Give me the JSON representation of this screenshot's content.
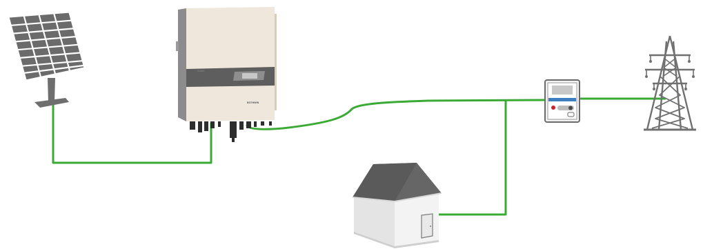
{
  "diagram": {
    "components": [
      {
        "id": "solar-panel",
        "icon": "solar-panel-icon"
      },
      {
        "id": "inverter",
        "icon": "inverter-icon",
        "brand_text": "SolaX",
        "logo_text": "BOTHWIN"
      },
      {
        "id": "energy-meter",
        "icon": "energy-meter-icon"
      },
      {
        "id": "power-grid",
        "icon": "transmission-tower-icon"
      },
      {
        "id": "house",
        "icon": "house-icon"
      }
    ],
    "connections": [
      {
        "from": "solar-panel",
        "to": "inverter"
      },
      {
        "from": "inverter",
        "to": "energy-meter"
      },
      {
        "from": "energy-meter",
        "to": "power-grid"
      },
      {
        "from": "inverter",
        "to": "house"
      }
    ],
    "colors": {
      "wire": "#3aaa35",
      "panel_cells": "#6b6b6b",
      "panel_grid_lines": "#ffffff",
      "panel_stand": "#6e6e6e",
      "inverter_body": "#efe7dc",
      "inverter_side": "#8c8c8c",
      "inverter_band": "#5e5e5e",
      "meter_blue": "#3e7fc1",
      "meter_red": "#d0202a",
      "tower": "#707070",
      "roof": "#6a6a6a",
      "house_wall": "#e6e6e6"
    }
  }
}
